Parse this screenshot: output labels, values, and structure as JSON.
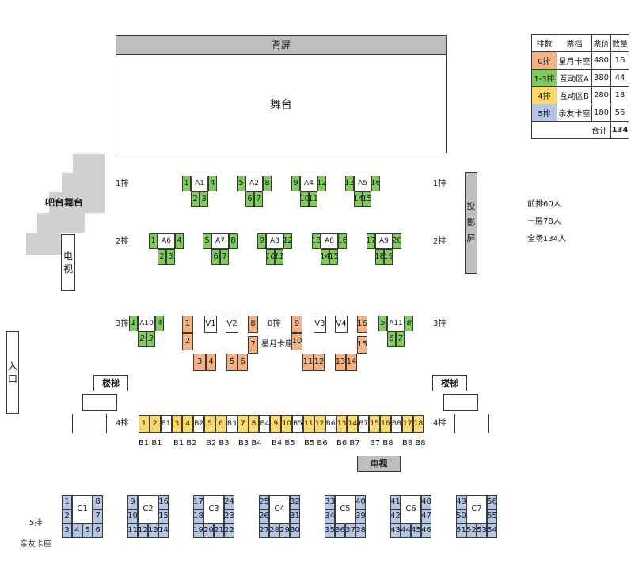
{
  "stage": {
    "back_screen": "背屏",
    "stage": "舞台"
  },
  "bar_stage": "吧台舞台",
  "tv_left": [
    "电",
    "视"
  ],
  "entrance": [
    "入",
    "口"
  ],
  "projection_screen": [
    "投",
    "影",
    "屏"
  ],
  "stairs_label": "楼梯",
  "tv_bottom": "电视",
  "vip_label": "0排",
  "vip_sub": "星月卡座",
  "row_labels": [
    "1排",
    "2排",
    "3排",
    "4排",
    "5排"
  ],
  "row5_sub": "亲友卡座",
  "stats": [
    "前排60人",
    "一层78人",
    "全场134人"
  ],
  "colors": {
    "orange": "#f4b183",
    "green": "#7fcc5d",
    "yellow": "#ffd966",
    "blue": "#b4c6e7",
    "white": "#ffffff",
    "gray": "#bfbfbf"
  },
  "legend": {
    "headers": [
      "排数",
      "票档",
      "票价",
      "数量"
    ],
    "rows": [
      {
        "row": "0排",
        "tier": "星月卡座",
        "price": "480",
        "count": "16",
        "color": "orange"
      },
      {
        "row": "1-3排",
        "tier": "互动区A",
        "price": "380",
        "count": "44",
        "color": "green"
      },
      {
        "row": "4排",
        "tier": "互动区B",
        "price": "280",
        "count": "18",
        "color": "yellow"
      },
      {
        "row": "5排",
        "tier": "亲友卡座",
        "price": "180",
        "count": "56",
        "color": "blue"
      }
    ],
    "total_label": "合计",
    "total_value": "134"
  },
  "sections": {
    "row1": [
      {
        "label": "A1",
        "left": "1",
        "right": "4",
        "bottom": [
          "2",
          "3"
        ]
      },
      {
        "label": "A2",
        "left": "5",
        "right": "8",
        "bottom": [
          "6",
          "7"
        ]
      },
      {
        "label": "A4",
        "left": "9",
        "right": "12",
        "bottom": [
          "10",
          "11"
        ]
      },
      {
        "label": "A5",
        "left": "13",
        "right": "16",
        "bottom": [
          "14",
          "15"
        ]
      }
    ],
    "row2": [
      {
        "label": "A6",
        "left": "1",
        "right": "4",
        "bottom": [
          "2",
          "3"
        ]
      },
      {
        "label": "A7",
        "left": "5",
        "right": "8",
        "bottom": [
          "6",
          "7"
        ]
      },
      {
        "label": "A3",
        "left": "9",
        "right": "12",
        "bottom": [
          "10",
          "11"
        ]
      },
      {
        "label": "A8",
        "left": "13",
        "right": "16",
        "bottom": [
          "14",
          "15"
        ]
      },
      {
        "label": "A9",
        "left": "17",
        "right": "20",
        "bottom": [
          "18",
          "19"
        ]
      }
    ],
    "row3": [
      {
        "label": "A10",
        "left": "1",
        "right": "4",
        "bottom": [
          "2",
          "3"
        ]
      },
      {
        "label": "A11",
        "left": "5",
        "right": "8",
        "bottom": [
          "6",
          "7"
        ]
      }
    ],
    "vip": {
      "left_col": [
        "1",
        "2"
      ],
      "left_bottom": [
        "3",
        "4"
      ],
      "left_mid": [
        "5",
        "6"
      ],
      "left_mid_top": "8",
      "left_mid_side": "7",
      "right_col_top": "9",
      "right_col": "10",
      "right_bottom": [
        "11",
        "12",
        "13",
        "14"
      ],
      "right_top": "16",
      "right_side": "15",
      "tables": [
        "V1",
        "V2",
        "V3",
        "V4"
      ]
    },
    "row4": {
      "cells": [
        "1",
        "2",
        "B1",
        "3",
        "4",
        "B2",
        "5",
        "6",
        "B3",
        "7",
        "8",
        "B4",
        "9",
        "10",
        "B5",
        "11",
        "12",
        "B6",
        "13",
        "14",
        "B7",
        "15",
        "16",
        "B8",
        "17",
        "18"
      ],
      "below": [
        "B1 B1",
        "B1 B2",
        "B2 B3",
        "B3 B4",
        "B4 B5",
        "B5 B6",
        "B6 B7",
        "B7 B8",
        "B8 B8"
      ]
    },
    "row5": [
      {
        "label": "C1",
        "tl": "1",
        "tr": "8",
        "ml": "2",
        "mr": "7",
        "bottom": [
          "3",
          "4",
          "5",
          "6"
        ]
      },
      {
        "label": "C2",
        "tl": "9",
        "tr": "16",
        "ml": "10",
        "mr": "15",
        "bottom": [
          "11",
          "12",
          "13",
          "14"
        ]
      },
      {
        "label": "C3",
        "tl": "17",
        "tr": "24",
        "ml": "18",
        "mr": "23",
        "bottom": [
          "19",
          "20",
          "21",
          "22"
        ]
      },
      {
        "label": "C4",
        "tl": "25",
        "tr": "32",
        "ml": "26",
        "mr": "31",
        "bottom": [
          "27",
          "28",
          "29",
          "30"
        ]
      },
      {
        "label": "C5",
        "tl": "33",
        "tr": "40",
        "ml": "34",
        "mr": "39",
        "bottom": [
          "35",
          "36",
          "37",
          "38"
        ]
      },
      {
        "label": "C6",
        "tl": "41",
        "tr": "48",
        "ml": "42",
        "mr": "47",
        "bottom": [
          "43",
          "44",
          "45",
          "46"
        ]
      },
      {
        "label": "C7",
        "tl": "49",
        "tr": "56",
        "ml": "50",
        "mr": "55",
        "bottom": [
          "51",
          "52",
          "53",
          "54"
        ]
      }
    ]
  }
}
